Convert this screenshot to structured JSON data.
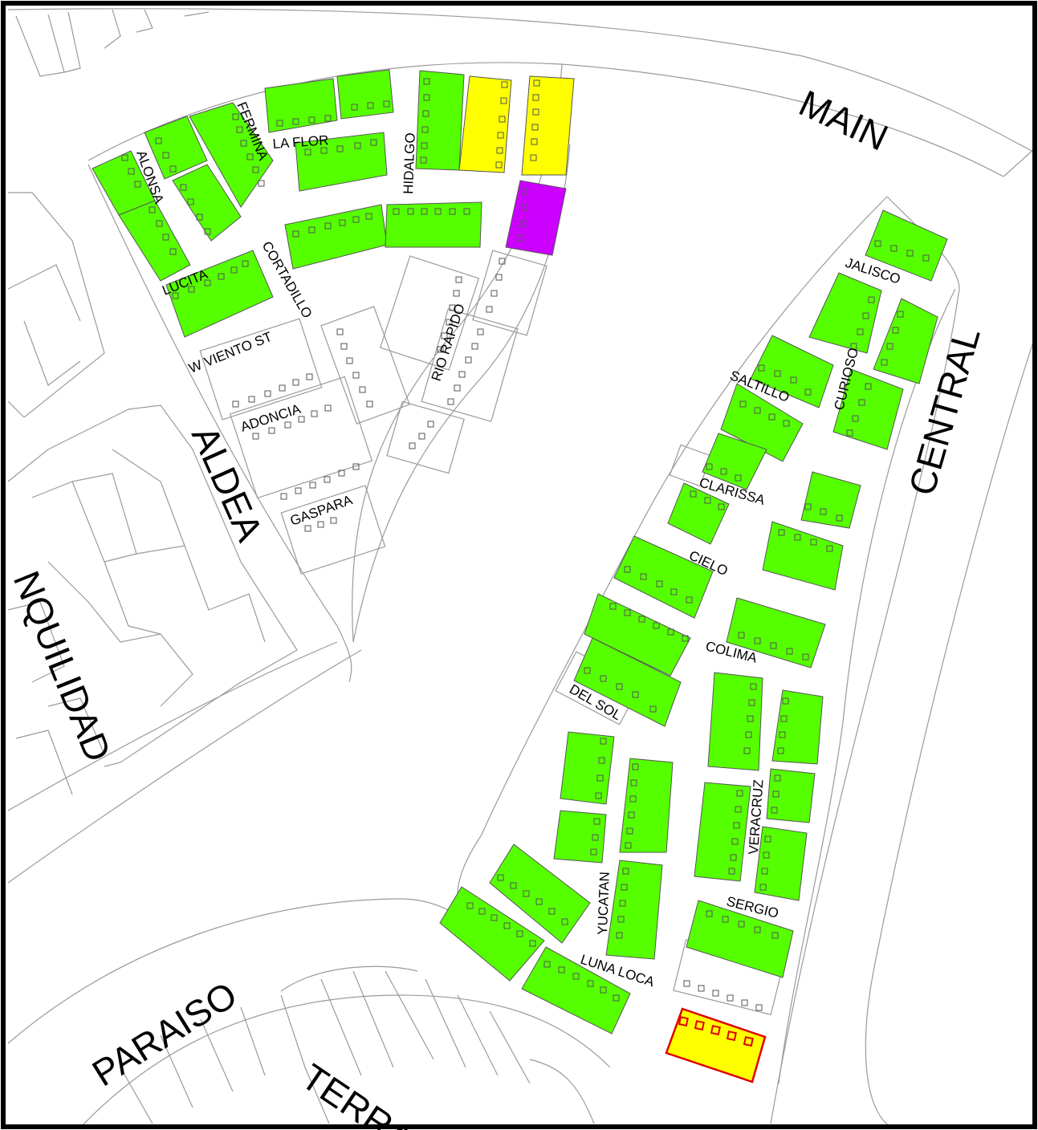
{
  "colors": {
    "developed": "#55ff00",
    "yellow": "#ffff00",
    "purple": "#cc00ff",
    "selected_fill": "#ffff00",
    "selected_outline": "#e00000",
    "frame": "#000000",
    "road_line": "#9a9a9a"
  },
  "major_roads": {
    "main": "MAIN",
    "central": "CENTRAL",
    "aldea": "ALDEA",
    "tranquilidad": "NQUILIDAD",
    "paraiso": "PARAISO",
    "terra": "TERRA"
  },
  "streets": {
    "la_flor": "LA FLOR",
    "fermina": "FERMINA",
    "alonsa": "ALONSA",
    "hidalgo": "HIDALGO",
    "lucita": "LUCITA",
    "cortadillo": "CORTADILLO",
    "w_viento": "W VIENTO ST",
    "adoncia": "ADONCIA",
    "gaspara": "GASPARA",
    "rio_rapido": "RIO RAPIDO",
    "jalisco": "JALISCO",
    "curioso": "CURIOSO",
    "saltillo": "SALTILLO",
    "clarissa": "CLARISSA",
    "cielo": "CIELO",
    "colima": "COLIMA",
    "del_sol": "DEL SOL",
    "veracruz": "VERACRUZ",
    "yucatan": "YUCATAN",
    "sergio": "SERGIO",
    "luna_loca": "LUNA LOCA"
  }
}
